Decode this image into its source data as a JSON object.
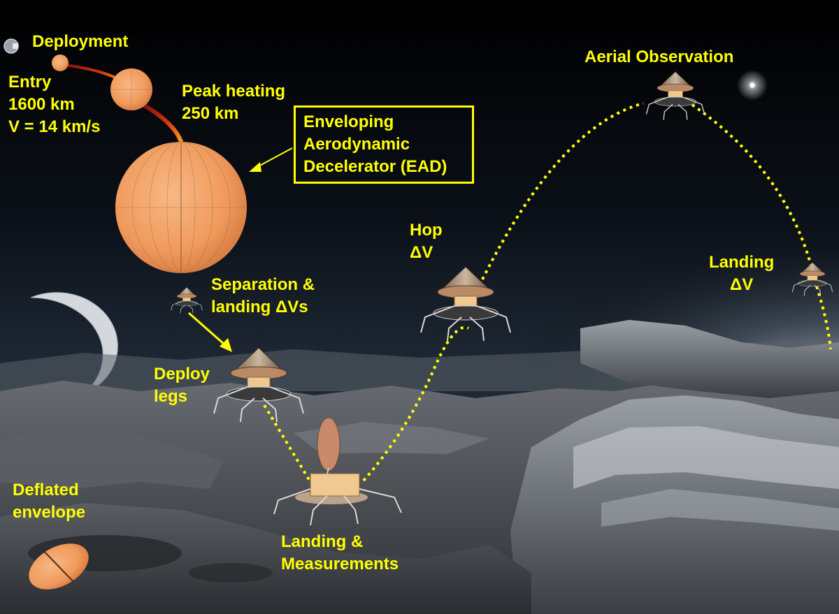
{
  "colors": {
    "label": "#ffff00",
    "title_label": "#ffffff",
    "trajectory": "#ffff00",
    "balloon": "#f0a060",
    "sky_top": "#000000",
    "sky_glow": "#1c2430"
  },
  "labels": {
    "deployment": "Deployment",
    "entry": "Entry\n1600 km\nV = 14 km/s",
    "peak_heating": "Peak heating\n250 km",
    "ead": "Enveloping\nAerodynamic\nDecelerator (EAD)",
    "separation": "Separation &\nlanding ΔVs",
    "deploy_legs": "Deploy\nlegs",
    "hop": "Hop\nΔV",
    "aerial_observation": "Aerial Observation",
    "landing": "Landing\nΔV",
    "deflated_envelope": "Deflated\nenvelope",
    "landing_measurements": "Landing &\nMeasurements"
  },
  "icons": {
    "probe": "spacecraft-icon",
    "lander": "lander-icon",
    "balloon": "balloon-icon",
    "moon": "crescent-moon-icon",
    "sun": "sun-icon"
  }
}
